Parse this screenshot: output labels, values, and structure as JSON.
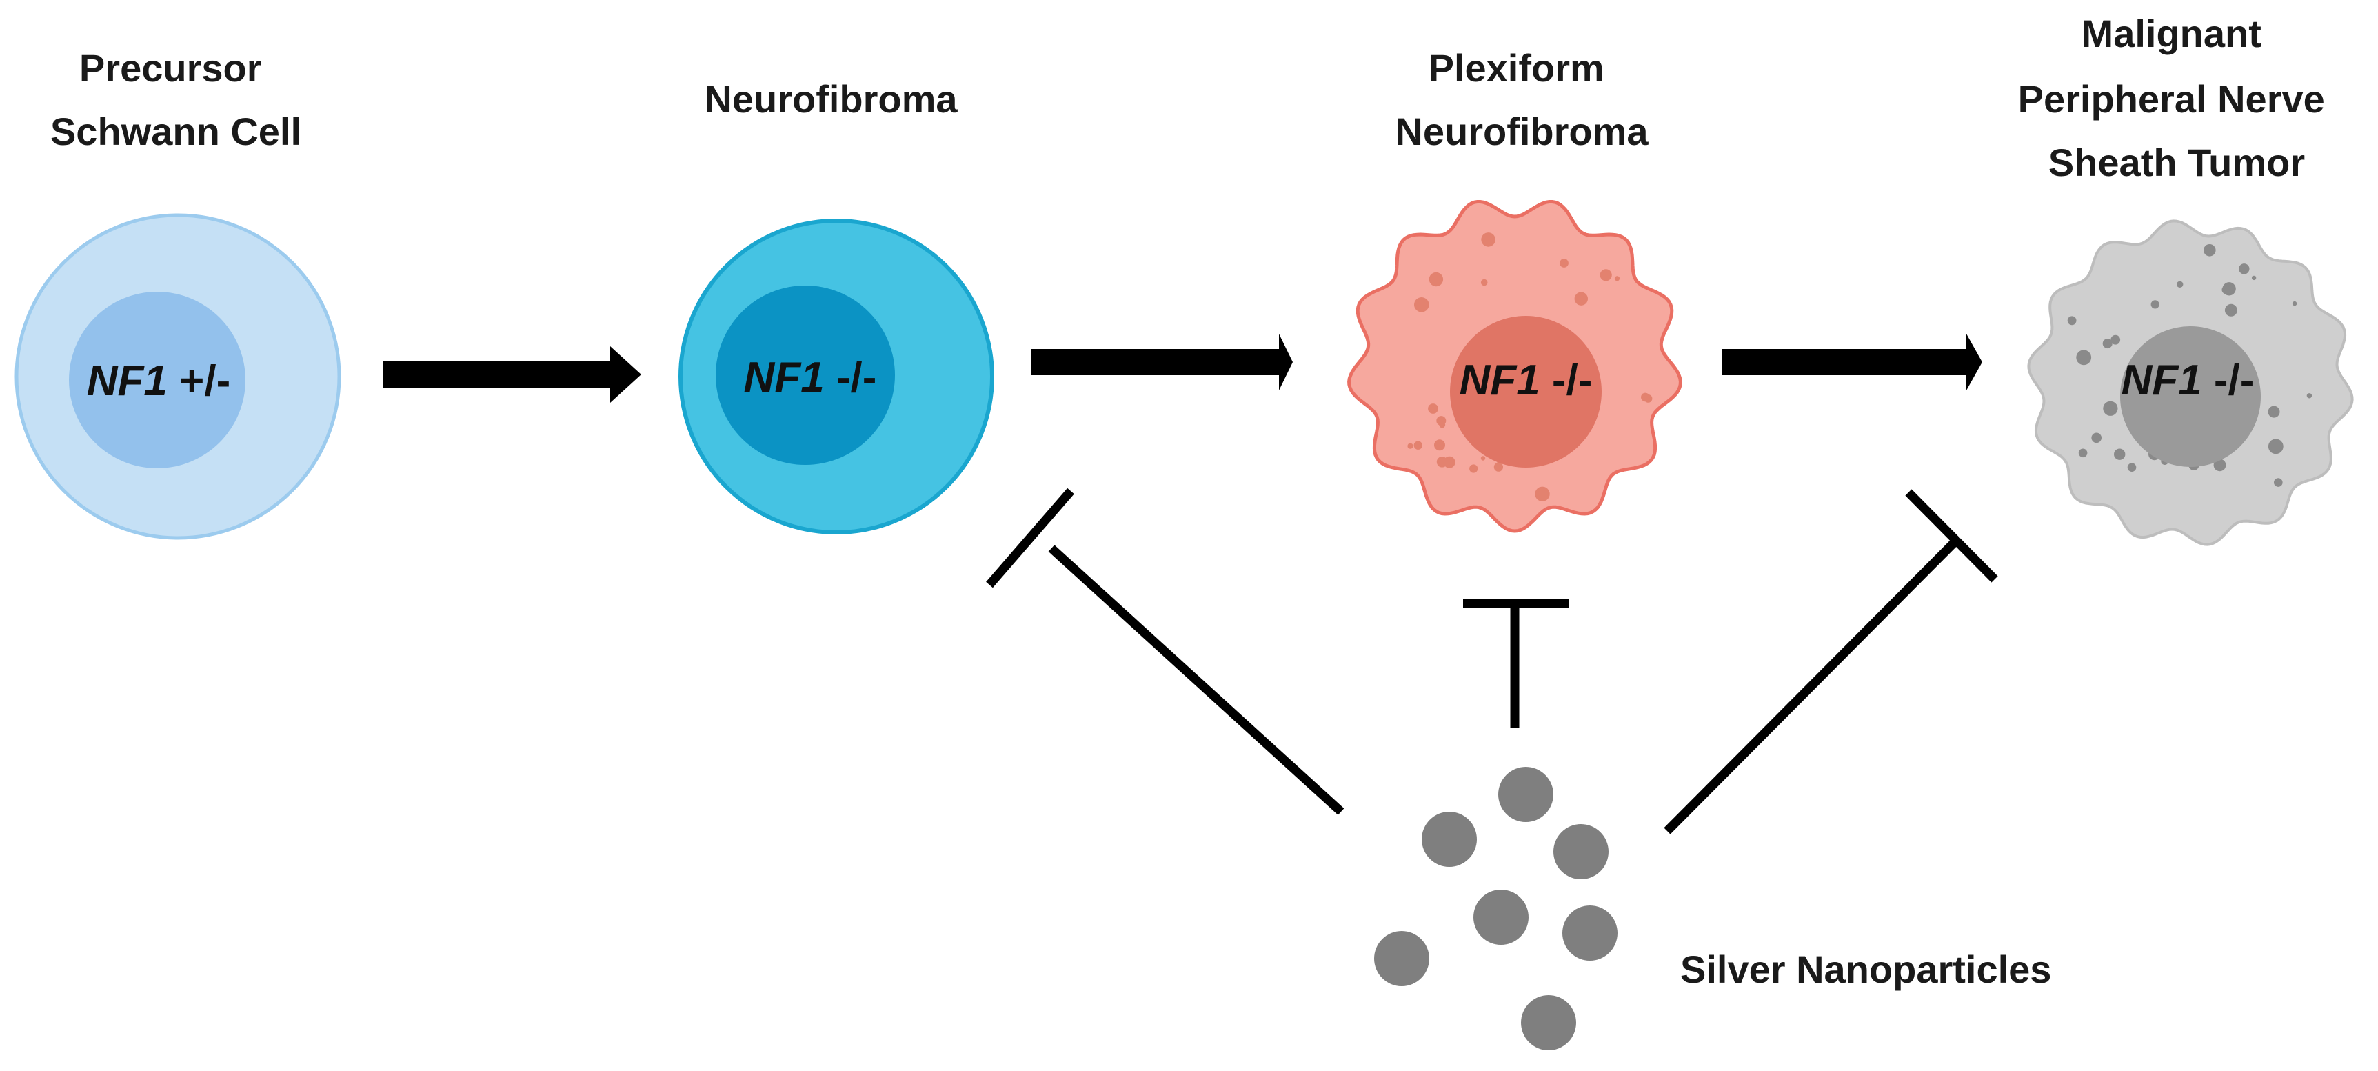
{
  "stages": [
    {
      "id": "precursor",
      "title_lines": [
        "Precursor",
        "Schwann Cell"
      ],
      "genotype_gene": "NF1",
      "genotype_state": " +/-",
      "colors": {
        "outer": "#c5e0f5",
        "outer_stroke": "#9ccbee",
        "inner": "#93c1ec"
      }
    },
    {
      "id": "neurofibroma",
      "title_lines": [
        "Neurofibroma"
      ],
      "genotype_gene": "NF1",
      "genotype_state": " -/-",
      "colors": {
        "outer": "#45c3e3",
        "outer_stroke": "#1aa6cf",
        "inner": "#0b93c4"
      }
    },
    {
      "id": "plexiform",
      "title_lines": [
        "Plexiform",
        "Neurofibroma"
      ],
      "genotype_gene": "NF1",
      "genotype_state": " -/-",
      "colors": {
        "outer": "#f6a89e",
        "outer_stroke": "#ea6f63",
        "inner": "#e07565",
        "dots": "#e3826f"
      }
    },
    {
      "id": "mpnst",
      "title_lines": [
        "Malignant",
        "Peripheral Nerve",
        "Sheath Tumor"
      ],
      "genotype_gene": "NF1",
      "genotype_state": " -/-",
      "colors": {
        "outer": "#cfcfcf",
        "outer_stroke": "#bdbdbd",
        "inner": "#9a9a9a",
        "dots": "#8a8a8a"
      }
    }
  ],
  "treatment": {
    "label": "Silver Nanoparticles",
    "particle_color": "#7f7f7f",
    "particle_count": 7
  },
  "arrows": {
    "progression_color": "#000000",
    "inhibition_color": "#000000"
  }
}
